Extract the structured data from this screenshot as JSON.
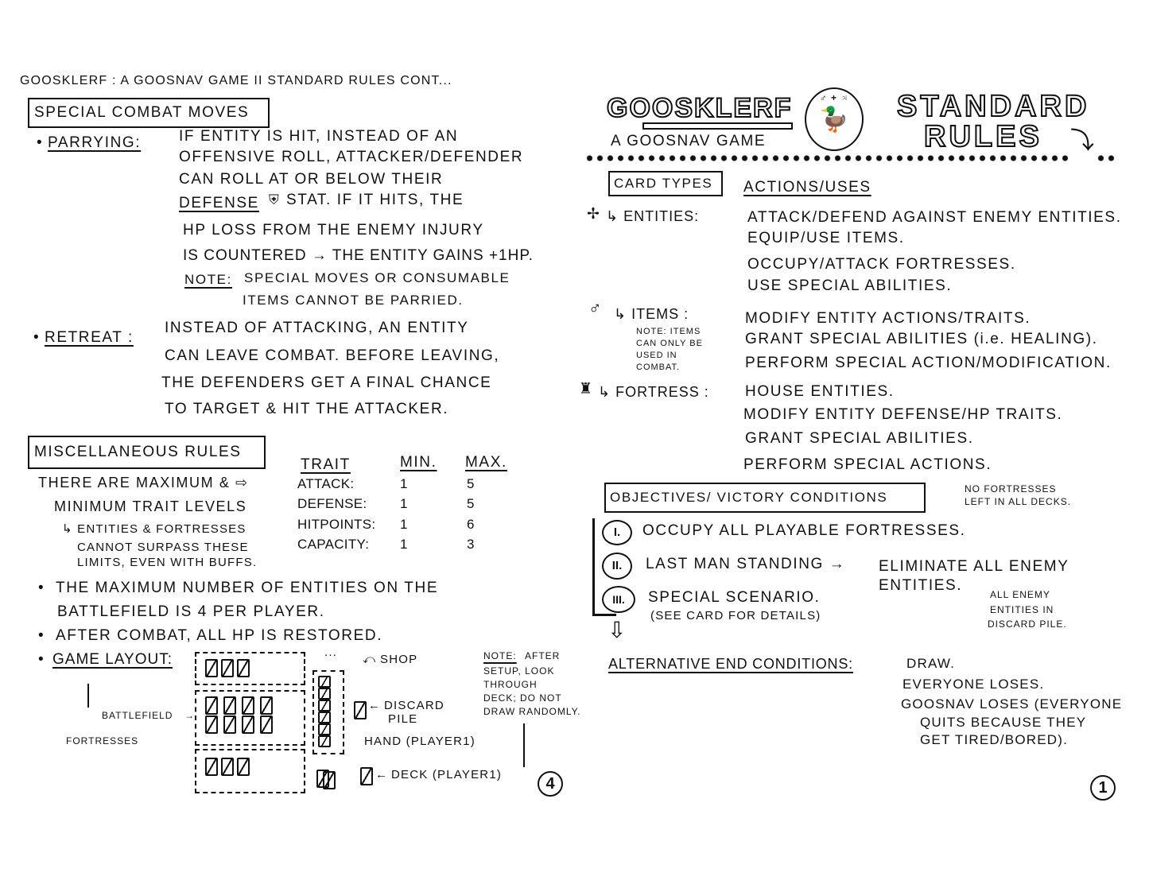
{
  "left_page": {
    "header": "GOOSKLERF : A GOOSNAV GAME II STANDARD RULES CONT...",
    "special_combat": {
      "title": "SPECIAL COMBAT MOVES",
      "parrying": {
        "label": "PARRYING:",
        "lines": [
          "IF ENTITY IS HIT, INSTEAD OF AN",
          "OFFENSIVE ROLL, ATTACKER/DEFENDER",
          "CAN ROLL AT OR BELOW THEIR",
          "STAT. IF IT HITS, THE",
          "HP LOSS FROM THE ENEMY INJURY",
          "IS COUNTERED → THE ENTITY GAINS +1HP."
        ],
        "defense_word": "DEFENSE",
        "note_label": "NOTE:",
        "note_lines": [
          "SPECIAL MOVES OR CONSUMABLE",
          "ITEMS CANNOT BE PARRIED."
        ]
      },
      "retreat": {
        "label": "RETREAT :",
        "lines": [
          "INSTEAD OF ATTACKING, AN ENTITY",
          "CAN LEAVE COMBAT. BEFORE LEAVING,",
          "THE DEFENDERS GET A FINAL CHANCE",
          "TO TARGET & HIT THE ATTACKER."
        ]
      }
    },
    "misc": {
      "title": "MISCELLANEOUS RULES",
      "trait_lines": [
        "THERE ARE MAXIMUM & ⇨",
        "MINIMUM TRAIT LEVELS",
        "↳ ENTITIES & FORTRESSES",
        "CANNOT SURPASS THESE",
        "LIMITS, EVEN WITH BUFFS."
      ],
      "table": {
        "headers": [
          "TRAIT",
          "MIN.",
          "MAX."
        ],
        "rows": [
          [
            "ATTACK:",
            "1",
            "5"
          ],
          [
            "DEFENSE:",
            "1",
            "5"
          ],
          [
            "HITPOINTS:",
            "1",
            "6"
          ],
          [
            "CAPACITY:",
            "1",
            "3"
          ]
        ]
      },
      "bullets": [
        "THE MAXIMUM NUMBER OF ENTITIES ON THE",
        "BATTLEFIELD IS 4 PER PLAYER.",
        "AFTER COMBAT, ALL HP IS RESTORED."
      ],
      "layout_label": "GAME LAYOUT:"
    },
    "diagram": {
      "ellipsis": "...",
      "shop": "SHOP",
      "discard": [
        "DISCARD",
        "PILE"
      ],
      "hand": "HAND (PLAYER1)",
      "deck": "DECK (PLAYER1)",
      "battlefield": "BATTLEFIELD",
      "fortresses": "FORTRESSES",
      "note_label": "NOTE:",
      "note_lines": [
        "AFTER",
        "SETUP, LOOK",
        "THROUGH",
        "DECK; DO NOT",
        "DRAW RANDOMLY."
      ]
    },
    "page_number": "4"
  },
  "right_page": {
    "title": "GOOSKLERF",
    "subtitle": "A GOOSNAV GAME",
    "title_right": [
      "STANDARD",
      "RULES"
    ],
    "emblem_symbols": "♂ + ♃",
    "card_types": {
      "title": "CARD TYPES",
      "actions_header": "ACTIONS/USES",
      "entities": {
        "label": "↳ ENTITIES:",
        "lines": [
          "ATTACK/DEFEND AGAINST ENEMY ENTITIES.",
          "EQUIP/USE ITEMS.",
          "OCCUPY/ATTACK FORTRESSES.",
          "USE SPECIAL ABILITIES."
        ]
      },
      "items": {
        "label": "↳ ITEMS :",
        "note": [
          "NOTE: ITEMS",
          "CAN ONLY BE",
          "USED IN",
          "COMBAT."
        ],
        "lines": [
          "MODIFY ENTITY ACTIONS/TRAITS.",
          "GRANT SPECIAL ABILITIES (i.e. HEALING).",
          "PERFORM SPECIAL ACTION/MODIFICATION."
        ]
      },
      "fortress": {
        "label": "↳ FORTRESS :",
        "lines": [
          "HOUSE ENTITIES.",
          "MODIFY ENTITY DEFENSE/HP TRAITS.",
          "GRANT SPECIAL ABILITIES.",
          "PERFORM SPECIAL ACTIONS."
        ]
      }
    },
    "objectives": {
      "title": "OBJECTIVES/ VICTORY CONDITIONS",
      "note_top": [
        "NO FORTRESSES",
        "LEFT IN ALL DECKS."
      ],
      "items": [
        {
          "numeral": "I.",
          "text": "OCCUPY ALL PLAYABLE FORTRESSES."
        },
        {
          "numeral": "II.",
          "text": "LAST MAN STANDING →",
          "extra": [
            "ELIMINATE ALL ENEMY",
            "ENTITIES."
          ]
        },
        {
          "numeral": "III.",
          "text": "SPECIAL SCENARIO.",
          "sub": "(SEE CARD FOR DETAILS)"
        }
      ],
      "note_enemy": [
        "ALL ENEMY",
        "ENTITIES IN",
        "DISCARD PILE."
      ]
    },
    "alt_end": {
      "label": "ALTERNATIVE END CONDITIONS:",
      "lines": [
        "DRAW.",
        "EVERYONE LOSES.",
        "GOOSNAV LOSES (EVERYONE",
        "QUITS BECAUSE THEY",
        "GET TIRED/BORED)."
      ]
    },
    "page_number": "1"
  }
}
